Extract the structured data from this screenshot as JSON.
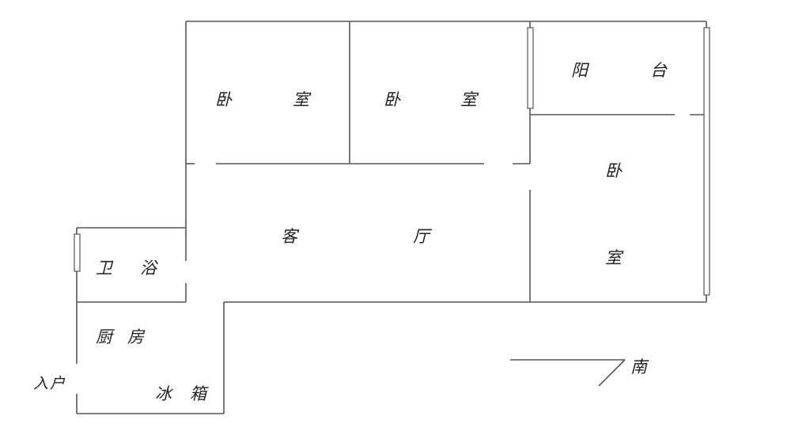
{
  "rooms": {
    "bedroom1": {
      "c1": "卧",
      "c2": "室"
    },
    "bedroom2": {
      "c1": "卧",
      "c2": "室"
    },
    "balcony": {
      "c1": "阳",
      "c2": "台"
    },
    "bedroom3": {
      "c1": "卧",
      "c2": "室"
    },
    "living": {
      "c1": "客",
      "c2": "厅"
    },
    "bathroom": {
      "c1": "卫",
      "c2": "浴"
    },
    "kitchen": {
      "c1": "厨",
      "c2": "房"
    },
    "fridge": {
      "c1": "冰",
      "c2": "箱"
    }
  },
  "entrance": "入户",
  "compass": "南"
}
